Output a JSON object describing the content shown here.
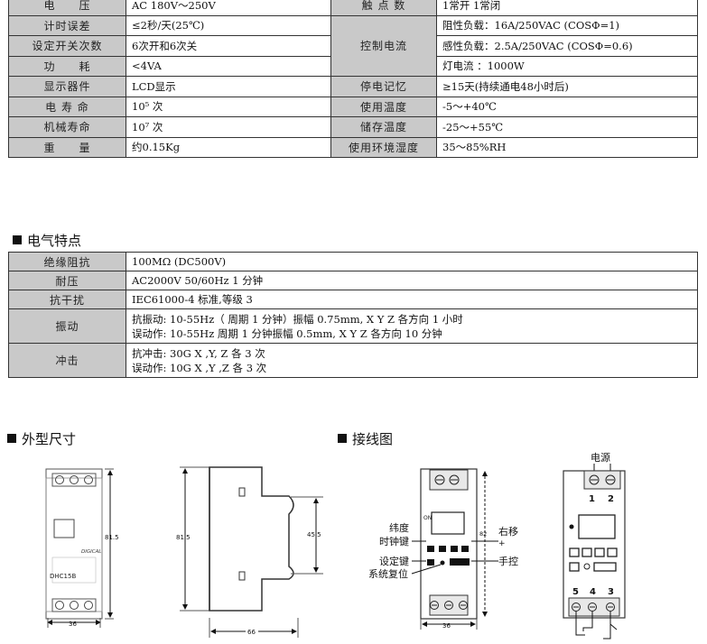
{
  "spec_rows": [
    {
      "l1": "电　　压",
      "v1": "AC 180V～250V",
      "l2": "触 点 数",
      "v2": "1常开 1常闭"
    },
    {
      "l1": "计时误差",
      "v1": "≤2秒/天(25℃)",
      "l2": "控制电流",
      "v2": "阻性负载：16A/250VAC  (COSΦ=1)"
    },
    {
      "l1": "设定开关次数",
      "v1": "6次开和6次关",
      "v2": "感性负载：2.5A/250VAC  (COSΦ=0.6)"
    },
    {
      "l1": "功　　耗",
      "v1": "<4VA",
      "v2": "灯电流 ：1000W"
    },
    {
      "l1": "显示器件",
      "v1": "LCD显示",
      "l2": "停电记忆",
      "v2": "≥15天(持续通电48小时后)"
    },
    {
      "l1": "电 寿 命",
      "v1": "10⁵ 次",
      "l2": "使用温度",
      "v2": "-5～+40℃"
    },
    {
      "l1": "机械寿命",
      "v1": "10⁷  次",
      "l2": "储存温度",
      "v2": "-25～+55℃"
    },
    {
      "l1": "重　　量",
      "v1": "约0.15Kg",
      "l2": "使用环境湿度",
      "v2": "35～85%RH"
    }
  ],
  "electrical": {
    "title": "电气特点",
    "rows": [
      {
        "label": "绝缘阻抗",
        "line1": "100MΩ  (DC500V)"
      },
      {
        "label": "耐压",
        "line1": "AC2000V 50/60Hz 1 分钟"
      },
      {
        "label": "抗干扰",
        "line1": "IEC61000-4 标准,等级 3"
      },
      {
        "label": "振动",
        "line1": "抗振动: 10-55Hz（ 周期 1 分钟）振幅 0.75mm, X Y Z 各方向 1 小时",
        "line2": "误动作: 10-55Hz 周期 1 分钟振幅 0.5mm, X Y Z 各方向 10 分钟"
      },
      {
        "label": "冲击",
        "line1": "抗冲击: 30G  X ,Y, Z 各 3 次",
        "line2": "误动作: 10G X ,Y ,Z 各 3 次"
      }
    ]
  },
  "dimensions": {
    "title": "外型尺寸",
    "front_model": "DHC15B",
    "front_brand": "DIGICAL",
    "dim_width": "36",
    "dim_height": "81.5",
    "side_height": "81.5",
    "side_inner": "45.5",
    "side_depth": "66"
  },
  "wiring": {
    "title": "接线图",
    "power_label": "电源",
    "on_label": "ON",
    "dim_height": "82",
    "dim_width": "36",
    "label_lat": "纬度",
    "label_clock": "时钟键",
    "label_set": "设定键",
    "label_reset": "系统复位",
    "label_right": "右移",
    "label_plus": "+",
    "label_manual": "手控",
    "term_1": "1",
    "term_2": "2",
    "term_5": "5",
    "term_4": "4",
    "term_3": "3"
  }
}
